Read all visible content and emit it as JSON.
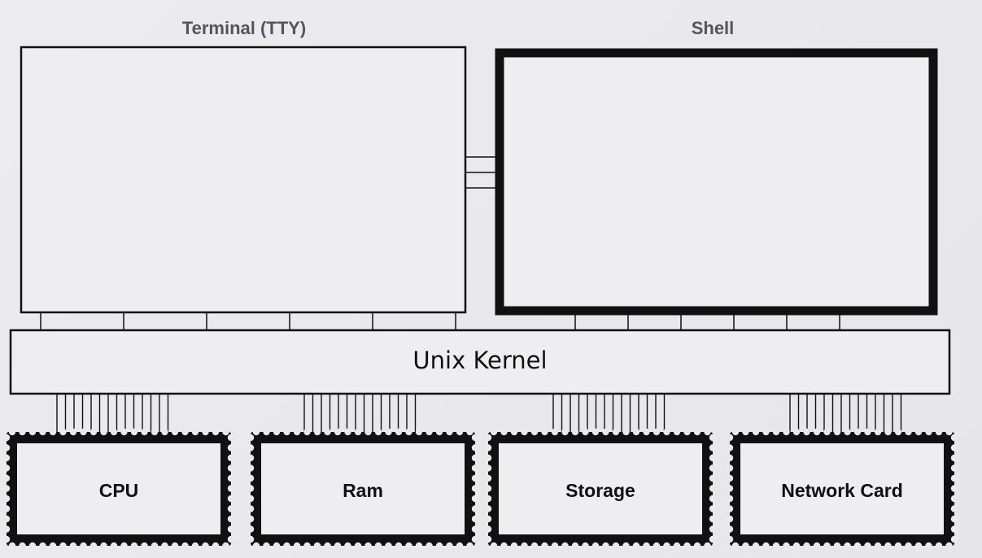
{
  "diagram": {
    "terminal": {
      "title": "Terminal (TTY)"
    },
    "shell": {
      "title": "Shell"
    },
    "kernel": {
      "label": "Unix Kernel"
    },
    "hardware": [
      {
        "label": "CPU"
      },
      {
        "label": "Ram"
      },
      {
        "label": "Storage"
      },
      {
        "label": "Network Card"
      }
    ]
  },
  "colors": {
    "background": "#e9e9eb",
    "box_fill": "#eeeef0",
    "stroke": "#111111",
    "title_text": "#555559"
  }
}
